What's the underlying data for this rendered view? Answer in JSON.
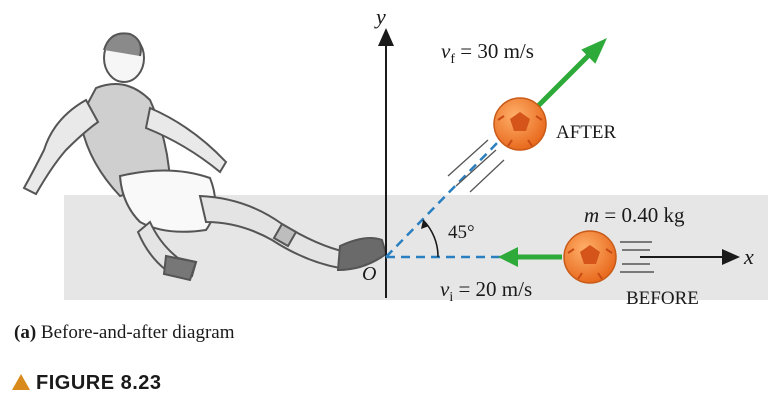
{
  "diagram": {
    "axis_y_label": "y",
    "axis_x_label": "x",
    "origin_label": "O",
    "angle_label": "45°",
    "after_label": "AFTER",
    "before_label": "BEFORE",
    "vf_symbol": "v",
    "vf_sub": "f",
    "vf_value": " = 30 m/s",
    "vi_symbol": "v",
    "vi_sub": "i",
    "vi_value": " = 20 m/s",
    "m_symbol": "m",
    "m_value": " = 0.40 kg",
    "colors": {
      "arrow": "#2eaa3a",
      "dashed": "#2a7fc1",
      "ball": "#f08a3a",
      "ground": "#e6e6e6"
    }
  },
  "caption": {
    "bold": "(a)",
    "text": " Before-and-after diagram"
  },
  "figure": {
    "title": "FIGURE 8.23",
    "icon": "triangle-icon"
  }
}
